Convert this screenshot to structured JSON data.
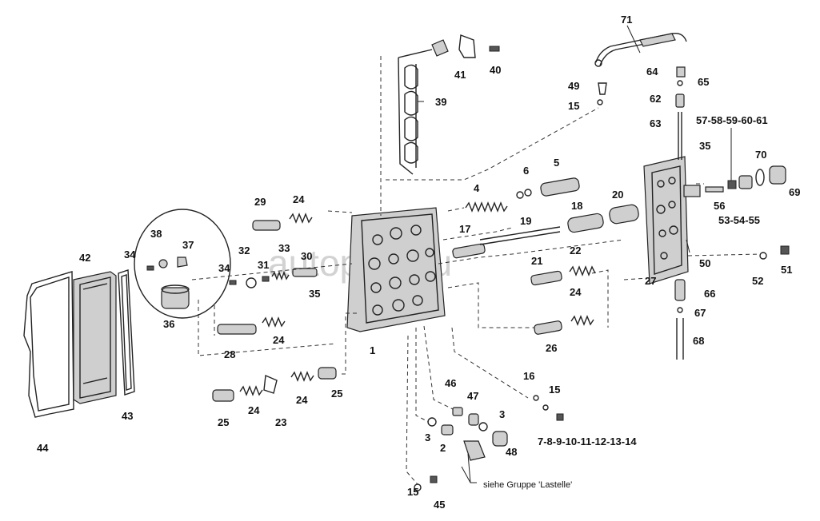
{
  "watermark": "autopiter.ru",
  "note_text": "siehe Gruppe 'Lastelle'",
  "labels": {
    "n1": "1",
    "n2": "2",
    "n3a": "3",
    "n3b": "3",
    "n4": "4",
    "n5": "5",
    "n6": "6",
    "n7_14": "7-8-9-10-11-12-13-14",
    "n15a": "15",
    "n15b": "15",
    "n15c": "15",
    "n16": "16",
    "n17": "17",
    "n18": "18",
    "n19": "19",
    "n20": "20",
    "n21": "21",
    "n22": "22",
    "n23": "23",
    "n24a": "24",
    "n24b": "24",
    "n24c": "24",
    "n24d": "24",
    "n24e": "24",
    "n25a": "25",
    "n25b": "25",
    "n26": "26",
    "n27": "27",
    "n28": "28",
    "n29": "29",
    "n30": "30",
    "n31": "31",
    "n32": "32",
    "n33": "33",
    "n34a": "34",
    "n34b": "34",
    "n35a": "35",
    "n35b": "35",
    "n36": "36",
    "n37": "37",
    "n38": "38",
    "n39": "39",
    "n40": "40",
    "n41": "41",
    "n42": "42",
    "n43": "43",
    "n44": "44",
    "n45": "45",
    "n46": "46",
    "n47": "47",
    "n48": "48",
    "n49": "49",
    "n50": "50",
    "n51": "51",
    "n52": "52",
    "n53_55": "53-54-55",
    "n56": "56",
    "n57_61": "57-58-59-60-61",
    "n62": "62",
    "n63": "63",
    "n64": "64",
    "n65": "65",
    "n66": "66",
    "n67": "67",
    "n68": "68",
    "n69": "69",
    "n70": "70",
    "n71": "71"
  }
}
